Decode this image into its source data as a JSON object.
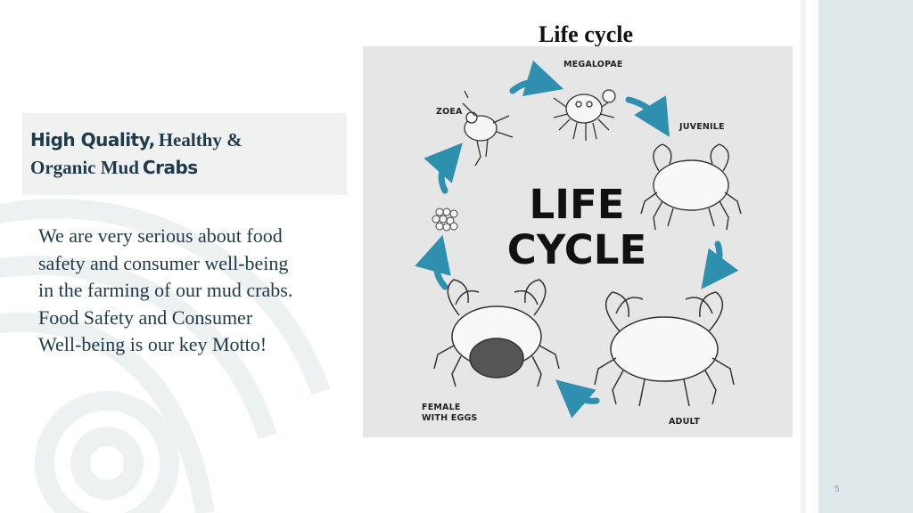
{
  "heading": {
    "quality_sans": "High Quality,",
    "healthy_serif": "Healthy &",
    "organic_serif": "Organic Mud",
    "crabs_sans": "Crabs"
  },
  "body": {
    "lines": [
      "We are very serious about food",
      "safety and consumer well-being",
      "in the farming of our mud crabs.",
      "Food Safety and Consumer",
      "Well-being is our key Motto!"
    ]
  },
  "life_cycle": {
    "title": "Life cycle",
    "center_line1": "LIFE",
    "center_line2": "CYCLE",
    "stages": {
      "megalopae": "MEGALOPAE",
      "juvenile": "JUVENILE",
      "adult": "ADULT",
      "female_line1": "FEMALE",
      "female_line2": "WITH EGGS",
      "zoea": "ZOEA"
    },
    "arrow_color": "#2e8fae"
  },
  "footer": {
    "page_number": "5"
  },
  "colors": {
    "heading": "#1f3a4a",
    "panel": "#dfe9ec",
    "diagram_bg": "#e6e6e6"
  }
}
